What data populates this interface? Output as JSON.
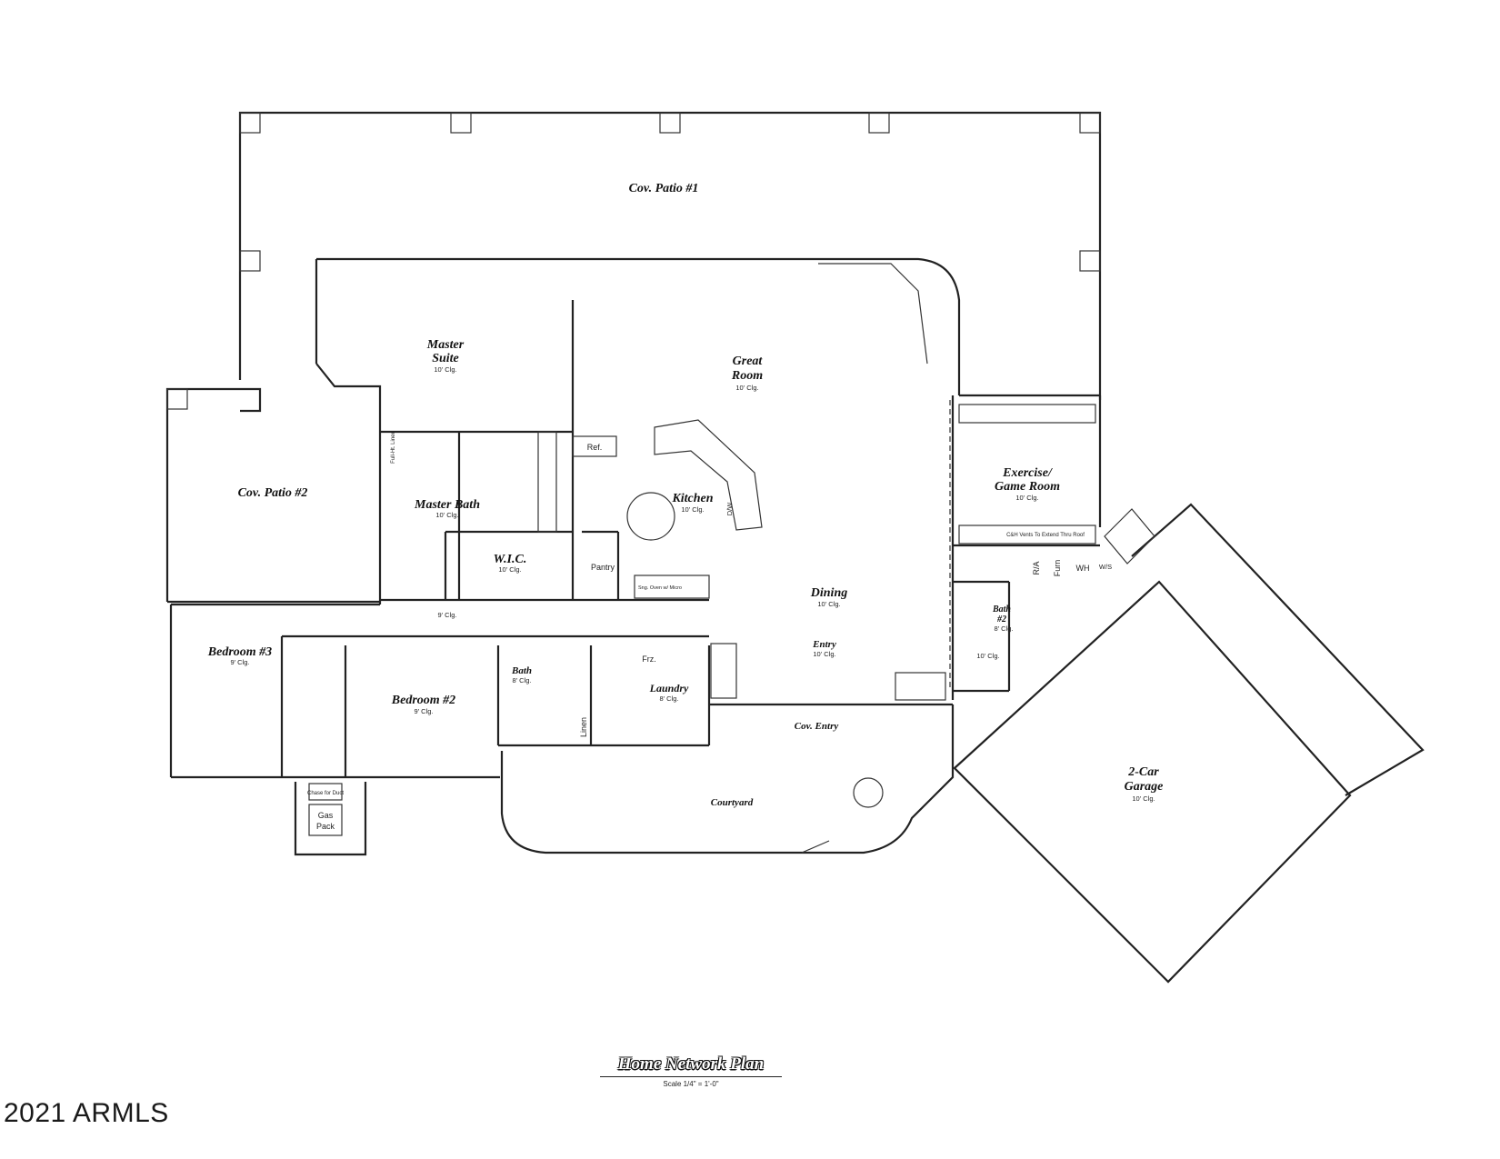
{
  "rooms": {
    "cov_patio_1": "Cov. Patio #1",
    "master_suite_line1": "Master",
    "master_suite_line2": "Suite",
    "master_suite_clg": "10' Clg.",
    "great_room_line1": "Great",
    "great_room_line2": "Room",
    "great_room_clg": "10' Clg.",
    "cov_patio_2": "Cov. Patio #2",
    "master_bath": "Master Bath",
    "master_bath_clg": "10' Clg.",
    "kitchen": "Kitchen",
    "kitchen_clg": "10' Clg.",
    "wic": "W.I.C.",
    "wic_clg": "10' Clg.",
    "pantry": "Pantry",
    "ref": "Ref.",
    "dw": "D/W",
    "oven": "Sng. Oven w/ Micro",
    "exercise_line1": "Exercise/",
    "exercise_line2": "Game Room",
    "exercise_clg": "10' Clg.",
    "vents_note": "C&H Vents To Extend Thru Roof",
    "dining": "Dining",
    "dining_clg": "10' Clg.",
    "hall_clg": "9' Clg.",
    "bedroom3": "Bedroom #3",
    "bedroom3_clg": "9' Clg.",
    "bedroom2": "Bedroom #2",
    "bedroom2_clg": "9' Clg.",
    "bath": "Bath",
    "bath_clg": "8' Clg.",
    "linen": "Linen",
    "frz": "Frz.",
    "laundry": "Laundry",
    "laundry_clg": "8' Clg.",
    "entry": "Entry",
    "entry_clg": "10' Clg.",
    "bath2_line1": "Bath",
    "bath2_line2": "#2",
    "bath2_clg": "8' Clg.",
    "hall2_clg": "10' Clg.",
    "ra": "R/A",
    "furn": "Furn",
    "wh": "WH",
    "ws": "W/S",
    "cov_entry": "Cov. Entry",
    "courtyard": "Courtyard",
    "garage_line1": "2-Car",
    "garage_line2": "Garage",
    "garage_clg": "10' Clg.",
    "chase": "Chase for Duct",
    "gas_pack_line1": "Gas",
    "gas_pack_line2": "Pack",
    "full_ht_linen": "Full-Ht. Linen"
  },
  "plan_title": "Home Network Plan",
  "scale_note": "Scale 1/4\" = 1'-0\"",
  "copyright": "2021 ARMLS"
}
